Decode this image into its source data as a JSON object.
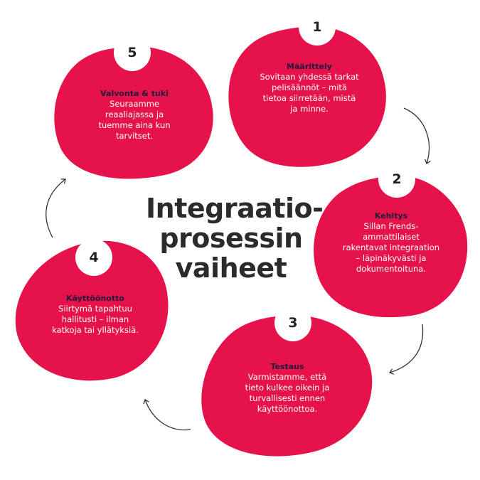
{
  "title": [
    "Integraatio-",
    "prosessin",
    "vaiheet"
  ],
  "colors": {
    "blob": "#e5134a",
    "title": "#2b2b2b",
    "heading": "#1f1a3d",
    "arrow": "#333333"
  },
  "steps": [
    {
      "number": "1",
      "title": "Määrittely",
      "text": [
        "Sovitaan yhdessä tarkat",
        "pelisäännöt – mitä",
        "tietoa siirretään, mistä",
        "ja minne."
      ]
    },
    {
      "number": "2",
      "title": "Kehitys",
      "text": [
        "Sillan Frends-",
        "ammattilaiset",
        "rakentavat integraation",
        "– läpinäkyvästi ja",
        "dokumentoituna."
      ]
    },
    {
      "number": "3",
      "title": "Testaus",
      "text": [
        "Varmistamme, että",
        "tieto kulkee oikein ja",
        "turvallisesti ennen",
        "käyttöönottoa."
      ]
    },
    {
      "number": "4",
      "title": "Käyttöönotto",
      "text": [
        "Siirtymä tapahtuu",
        "hallitusti – ilman",
        "katkoja tai yllätyksiä."
      ]
    },
    {
      "number": "5",
      "title": "Valvonta & tuki",
      "text": [
        "Seuraamme",
        "reaaliajassa ja",
        "tuemme aina kun",
        "tarvitset."
      ]
    }
  ]
}
